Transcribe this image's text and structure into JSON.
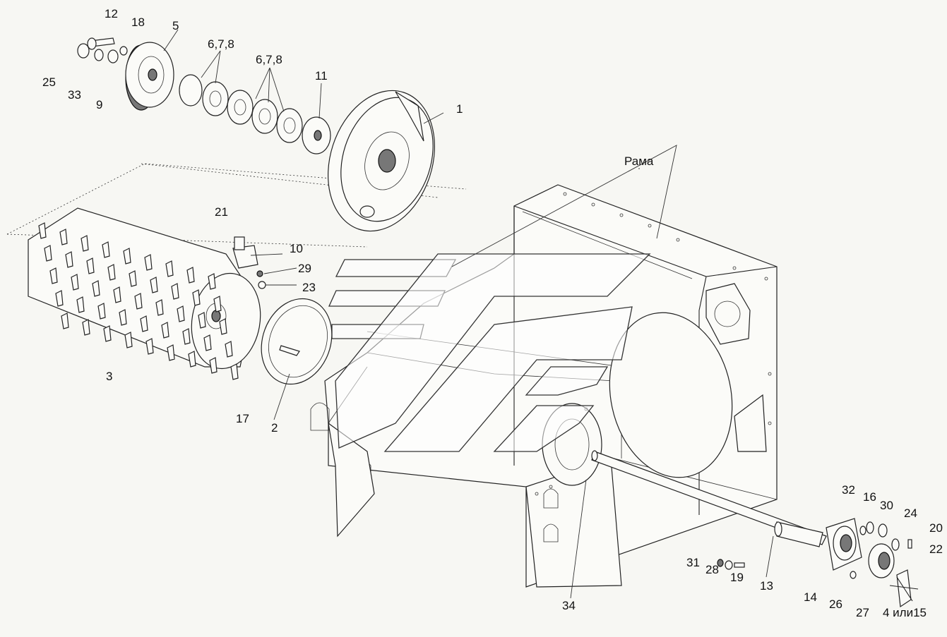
{
  "diagram": {
    "labels": {
      "l1": "1",
      "l2": "2",
      "l3": "3",
      "l4": "4 или15",
      "l5": "5",
      "l678a": "6,7,8",
      "l678b": "6,7,8",
      "l9": "9",
      "l10": "10",
      "l11": "11",
      "l12": "12",
      "l13": "13",
      "l14": "14",
      "l16": "16",
      "l17": "17",
      "l18": "18",
      "l19": "19",
      "l20": "20",
      "l21": "21",
      "l22": "22",
      "l23": "23",
      "l24": "24",
      "l25": "25",
      "l26": "26",
      "l27": "27",
      "l28": "28",
      "l29": "29",
      "l30": "30",
      "l31": "31",
      "l32": "32",
      "l33": "33",
      "l34": "34",
      "frame": "Рама"
    },
    "colors": {
      "line": "#222222",
      "background": "#f7f7f3",
      "shade": "#777777"
    }
  }
}
